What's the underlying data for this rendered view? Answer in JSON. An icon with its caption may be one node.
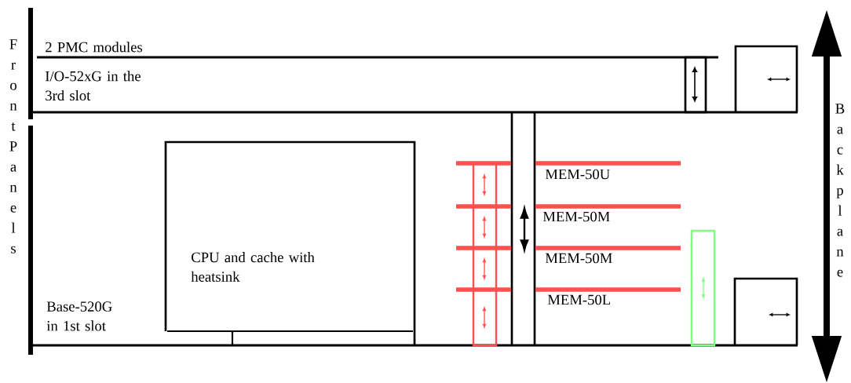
{
  "diagram": {
    "nodes": [
      {
        "text": [
          "CPU and cache with heatsink"
        ]
      }
    ],
    "labels": [
      "Front Panels",
      "2 PMC modules",
      "I/O-52xG in the 3rd slot",
      "MEM-50U",
      "MEM-50M",
      "MEM-50M",
      "MEM-50L",
      "Base-520G in 1st slot",
      "Backplane"
    ]
  }
}
